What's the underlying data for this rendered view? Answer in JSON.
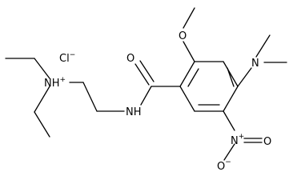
{
  "structure": {
    "counterion": {
      "symbol": "Cl",
      "charge": "−"
    },
    "ammonium": {
      "symbol": "NH",
      "charge": "+"
    },
    "amide_nh": "NH",
    "carbonyl_o": "O",
    "methoxy_o": "O",
    "dimethylamino_n": "N",
    "nitro": {
      "n_symbol": "N",
      "n_charge": "+",
      "o_double": "O",
      "o_single": "O",
      "o_single_charge": "−"
    }
  }
}
